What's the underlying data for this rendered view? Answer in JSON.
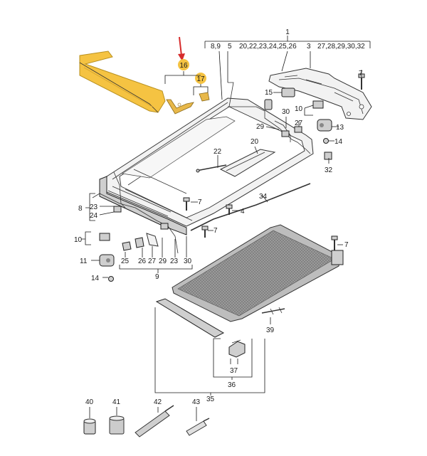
{
  "colors": {
    "highlight": "#f5c342",
    "highlight_part": "#e8b84a",
    "arrow": "#d62b2b",
    "ink": "#1a1a1a"
  },
  "labels": {
    "top_group": "1",
    "top_list_a": "8,9",
    "top_list_b": "5",
    "top_list_c": "20,22,23,24,25,26",
    "top_list_d": "3",
    "top_list_e": "27,28,29,30,32",
    "p16": "16",
    "p17": "17",
    "p7a": "7",
    "p15": "15",
    "p10r": "10",
    "p30r": "30",
    "p29r": "29",
    "p27r": "27",
    "p13": "13",
    "p14r": "14",
    "p32": "32",
    "p22": "22",
    "p20": "20",
    "p8": "8",
    "p23l": "23",
    "p24": "24",
    "p7b": "7",
    "p4": "4",
    "p34": "34",
    "p10l": "10",
    "p7c": "7",
    "p11": "11",
    "p25": "25",
    "p26": "26",
    "p27l": "27",
    "p29l": "29",
    "p23b": "23",
    "p30b": "30",
    "p9": "9",
    "p14l": "14",
    "p7d": "7",
    "p39": "39",
    "p37": "37",
    "p36": "36",
    "p35": "35",
    "p40": "40",
    "p41": "41",
    "p42": "42",
    "p43": "43"
  }
}
